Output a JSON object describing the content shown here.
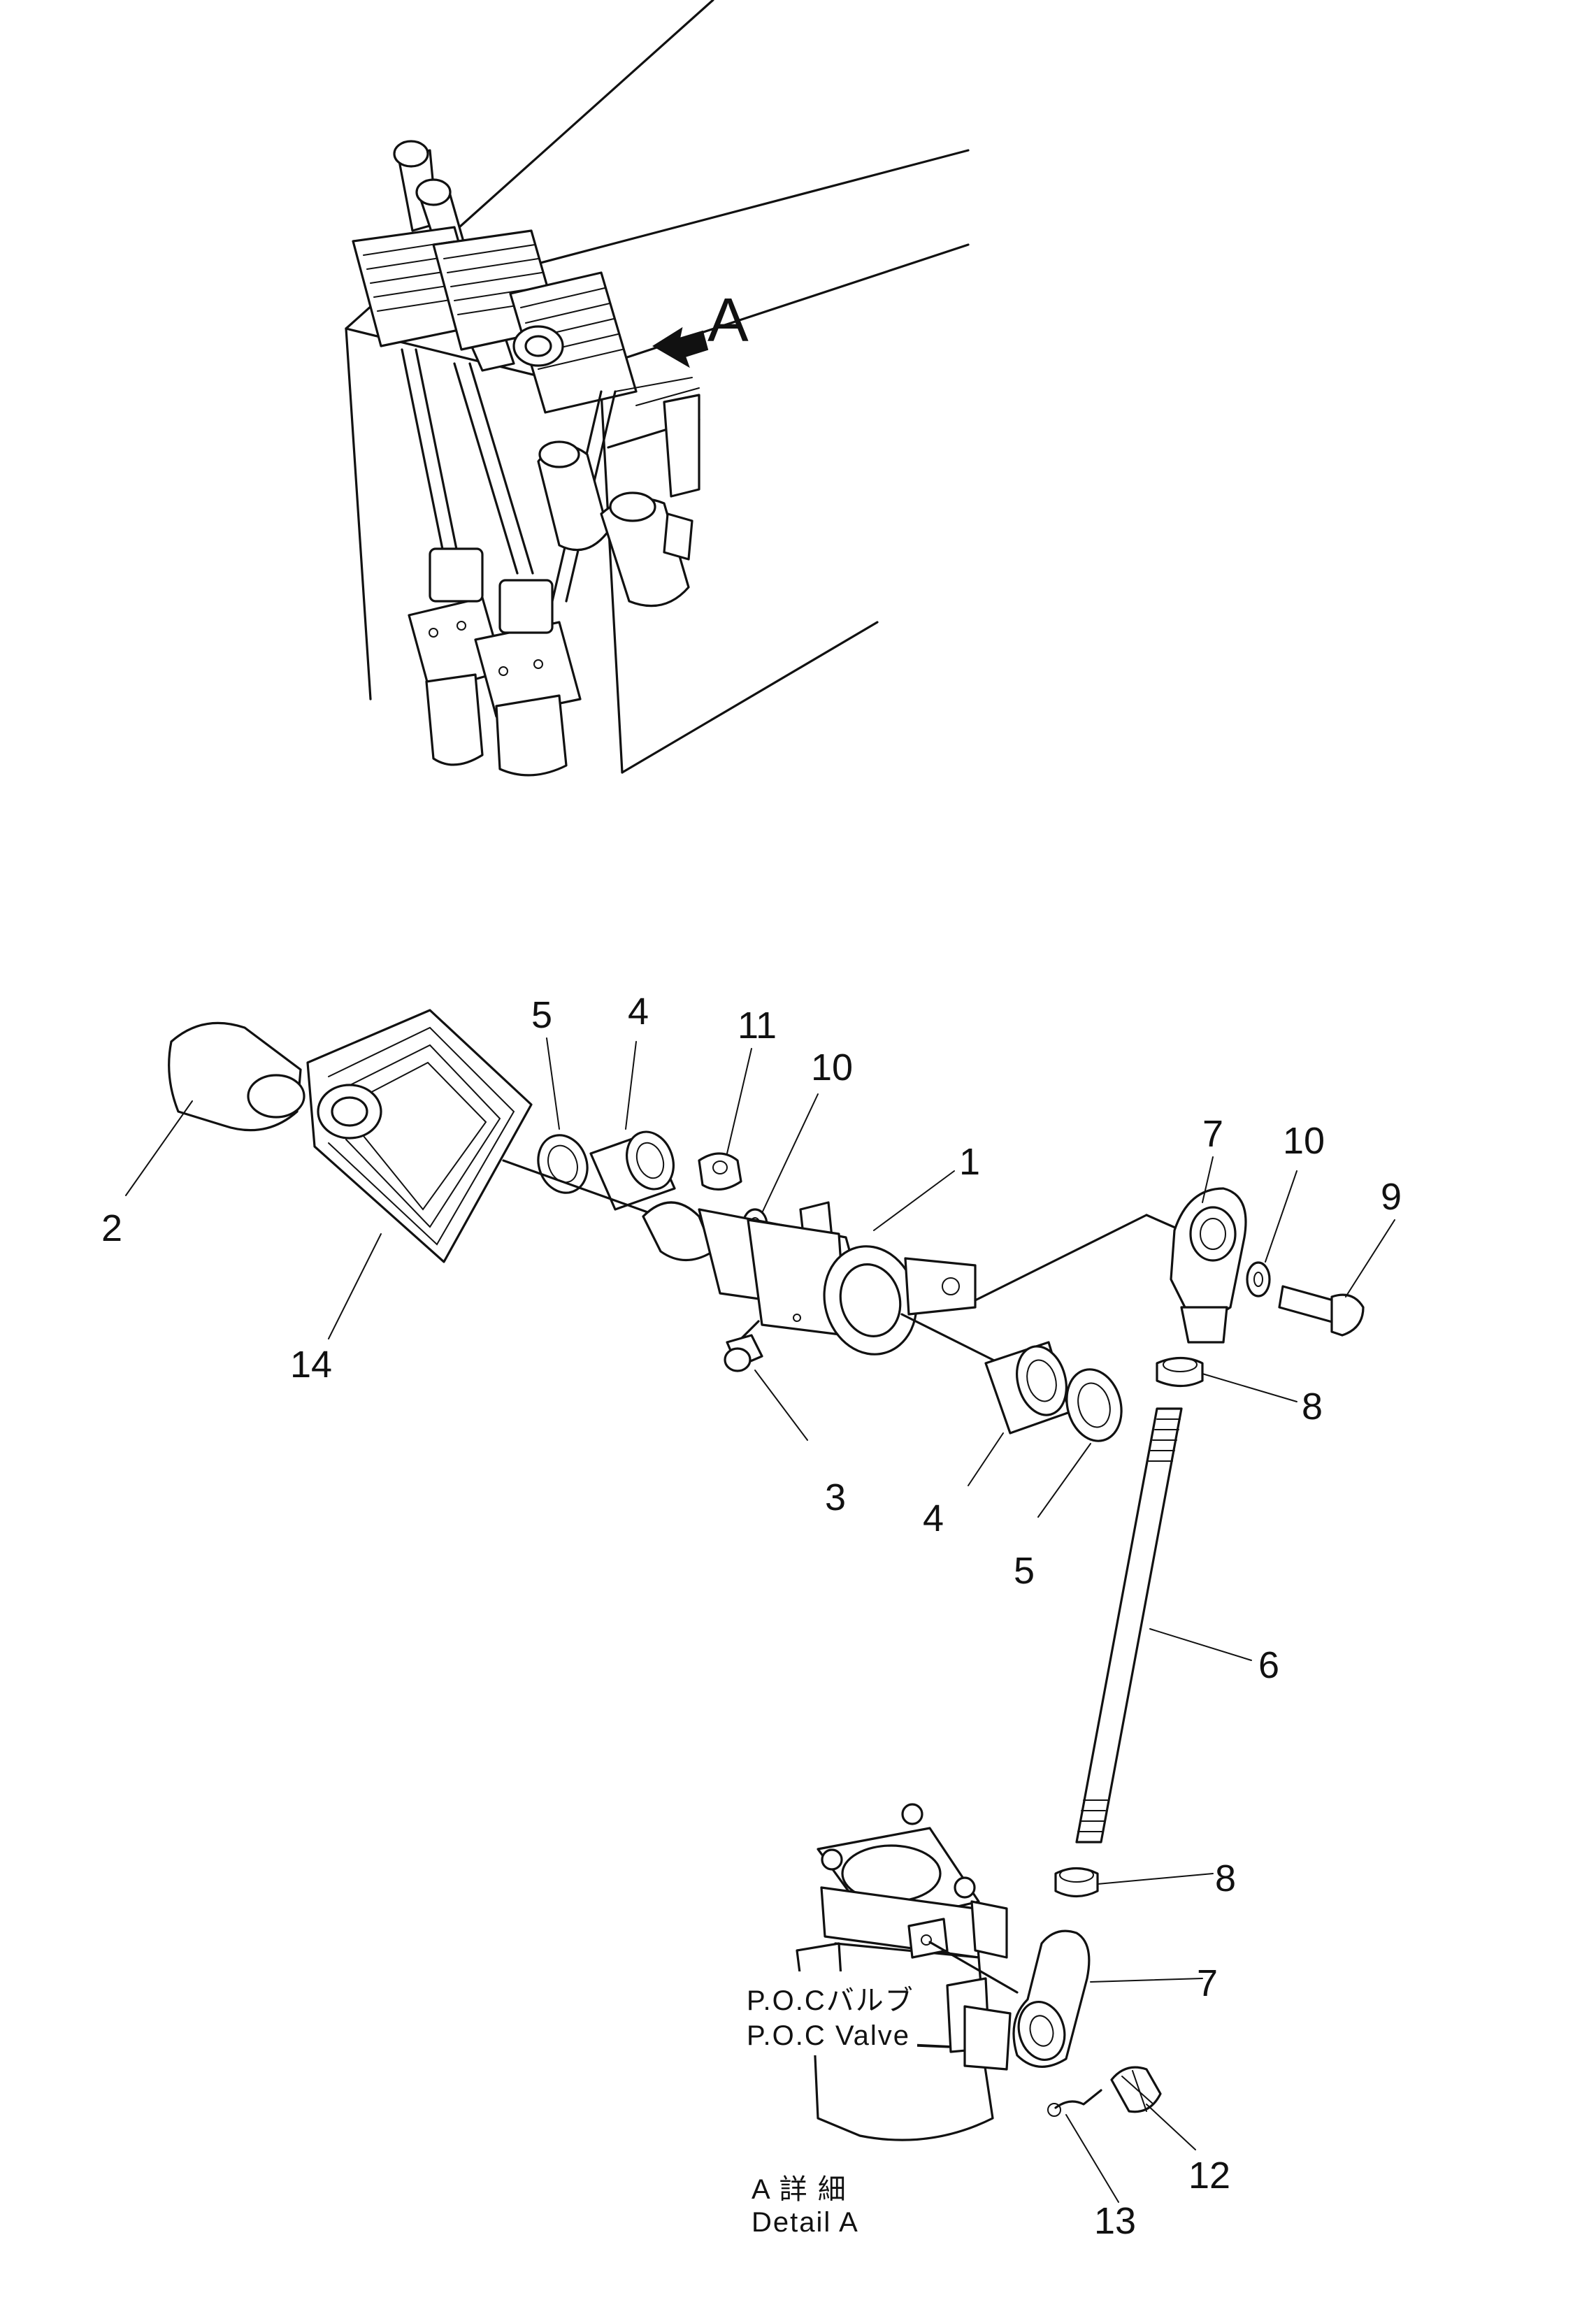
{
  "overview": {
    "view_marker": "A"
  },
  "callouts": [
    {
      "id": "c1",
      "label": "1"
    },
    {
      "id": "c2",
      "label": "2"
    },
    {
      "id": "c3",
      "label": "3"
    },
    {
      "id": "c4a",
      "label": "4"
    },
    {
      "id": "c4b",
      "label": "4"
    },
    {
      "id": "c5a",
      "label": "5"
    },
    {
      "id": "c5b",
      "label": "5"
    },
    {
      "id": "c6",
      "label": "6"
    },
    {
      "id": "c7a",
      "label": "7"
    },
    {
      "id": "c7b",
      "label": "7"
    },
    {
      "id": "c8a",
      "label": "8"
    },
    {
      "id": "c8b",
      "label": "8"
    },
    {
      "id": "c9",
      "label": "9"
    },
    {
      "id": "c10a",
      "label": "10"
    },
    {
      "id": "c10b",
      "label": "10"
    },
    {
      "id": "c11",
      "label": "11"
    },
    {
      "id": "c12",
      "label": "12"
    },
    {
      "id": "c13",
      "label": "13"
    },
    {
      "id": "c14",
      "label": "14"
    }
  ],
  "valve_label": {
    "jp": "P.O.Cバルブ",
    "en": "P.O.C Valve"
  },
  "detail_label": {
    "jp": "A 詳 細",
    "en": "Detail A"
  }
}
